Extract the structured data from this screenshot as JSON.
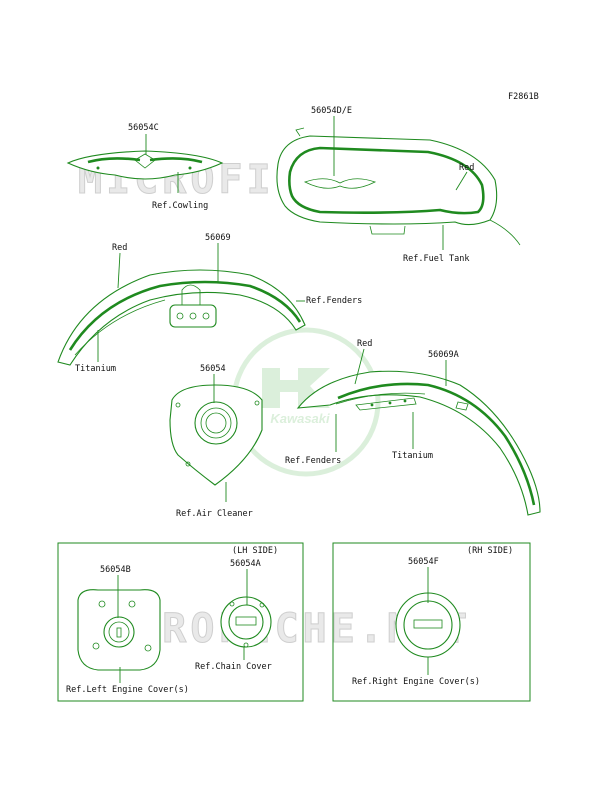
{
  "figure_code": "F2861B",
  "watermark": {
    "text": "MICROFICHE.NET",
    "logo_text": "Kawasaki"
  },
  "colors": {
    "line": "#1f8a1f",
    "watermark": "#dedede",
    "logo": "#bfe3bf"
  },
  "parts": {
    "cowling": {
      "number": "56054C",
      "ref": "Ref.Cowling"
    },
    "fuel_tank": {
      "number": "56054D/E",
      "ref": "Ref.Fuel Tank",
      "stripe": "Red"
    },
    "front_fender": {
      "number": "56069",
      "ref": "Ref.Fenders",
      "stripe_top": "Red",
      "stripe_bottom": "Titanium"
    },
    "air_cleaner": {
      "number": "56054",
      "ref": "Ref.Air Cleaner"
    },
    "rear_fender": {
      "number": "56069A",
      "ref": "Ref.Fenders",
      "stripe_top": "Red",
      "stripe_bottom": "Titanium"
    }
  },
  "boxes": {
    "left": {
      "side": "(LH SIDE)",
      "left_engine": {
        "number": "56054B",
        "ref": "Ref.Left Engine Cover(s)"
      },
      "chain_cover": {
        "number": "56054A",
        "ref": "Ref.Chain Cover"
      }
    },
    "right": {
      "side": "(RH SIDE)",
      "right_engine": {
        "number": "56054F",
        "ref": "Ref.Right Engine Cover(s)"
      }
    }
  }
}
